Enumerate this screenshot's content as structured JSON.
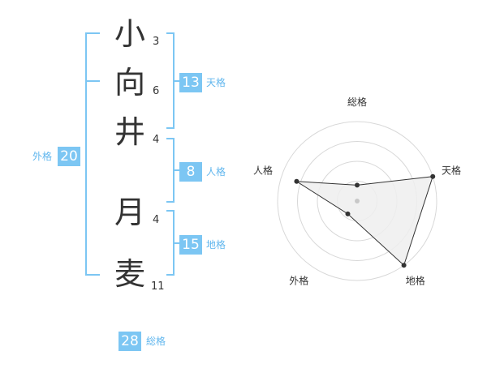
{
  "name": {
    "chars": [
      {
        "char": "小",
        "strokes": "3"
      },
      {
        "char": "向",
        "strokes": "6"
      },
      {
        "char": "井",
        "strokes": "4"
      },
      {
        "char": "月",
        "strokes": "4"
      },
      {
        "char": "麦",
        "strokes": "11"
      }
    ]
  },
  "fortune": {
    "tenkaku": {
      "value": "13",
      "label": "天格"
    },
    "jinkaku": {
      "value": "8",
      "label": "人格"
    },
    "chikaku": {
      "value": "15",
      "label": "地格"
    },
    "gaikaku": {
      "value": "20",
      "label": "外格"
    },
    "soukaku": {
      "value": "28",
      "label": "総格"
    }
  },
  "chart_data": {
    "type": "radar",
    "axes": [
      "総格",
      "天格",
      "地格",
      "外格",
      "人格"
    ],
    "values": [
      0.2,
      1.0,
      1.0,
      0.2,
      0.8
    ],
    "range": [
      0,
      1
    ],
    "rings": 4,
    "colors": {
      "fill": "#efefef",
      "stroke": "#333333",
      "grid": "#d8d8d8",
      "center": "#c8c8c8"
    }
  },
  "colors": {
    "accent": "#7cc6f3",
    "label": "#62b7ee"
  }
}
